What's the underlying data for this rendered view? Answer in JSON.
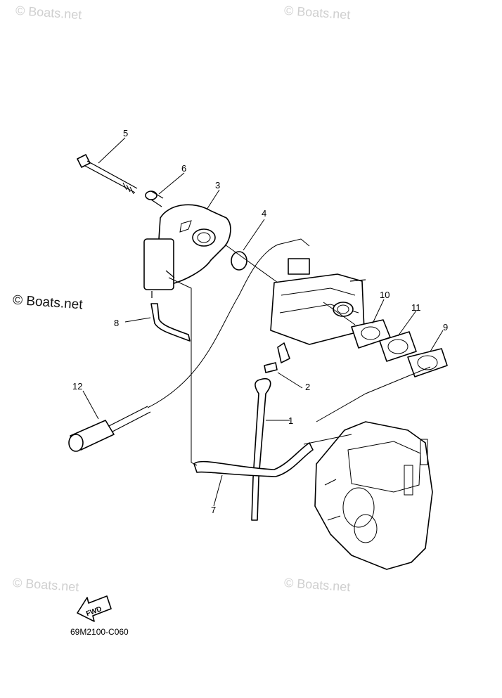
{
  "watermarks": {
    "top_left": "© Boats.net",
    "top_right": "© Boats.net",
    "mid_left": "© Boats.net",
    "bottom_left": "© Boats.net",
    "bottom_right": "© Boats.net"
  },
  "callouts": {
    "c1": "1",
    "c2": "2",
    "c3": "3",
    "c4": "4",
    "c5": "5",
    "c6": "6",
    "c7": "7",
    "c8": "8",
    "c9": "9",
    "c10": "10",
    "c11": "11",
    "c12": "12"
  },
  "fwd_label": "FWD",
  "diagram_code": "69M2100-C060"
}
